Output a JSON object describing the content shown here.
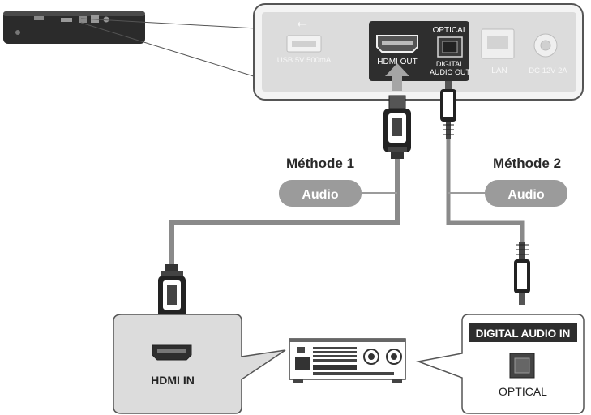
{
  "player_panel": {
    "usb_label": "USB 5V 500mA",
    "hdmi_out_label": "HDMI OUT",
    "optical_label": "OPTICAL",
    "digital_audio_out_line1": "DIGITAL",
    "digital_audio_out_line2": "AUDIO OUT",
    "lan_label": "LAN",
    "dc_label": "DC 12V 2A"
  },
  "method1": {
    "title": "Méthode 1",
    "badge": "Audio"
  },
  "method2": {
    "title": "Méthode 2",
    "badge": "Audio"
  },
  "receiver_left_callout": {
    "port_label": "HDMI IN"
  },
  "receiver_right_callout": {
    "header": "DIGITAL AUDIO IN",
    "port_label": "OPTICAL"
  },
  "colors": {
    "badge_gray": "#9b9b9b",
    "panel_gray": "#d9d9d9",
    "cable_gray": "#8a8a8a",
    "dark": "#2a2a2a"
  }
}
